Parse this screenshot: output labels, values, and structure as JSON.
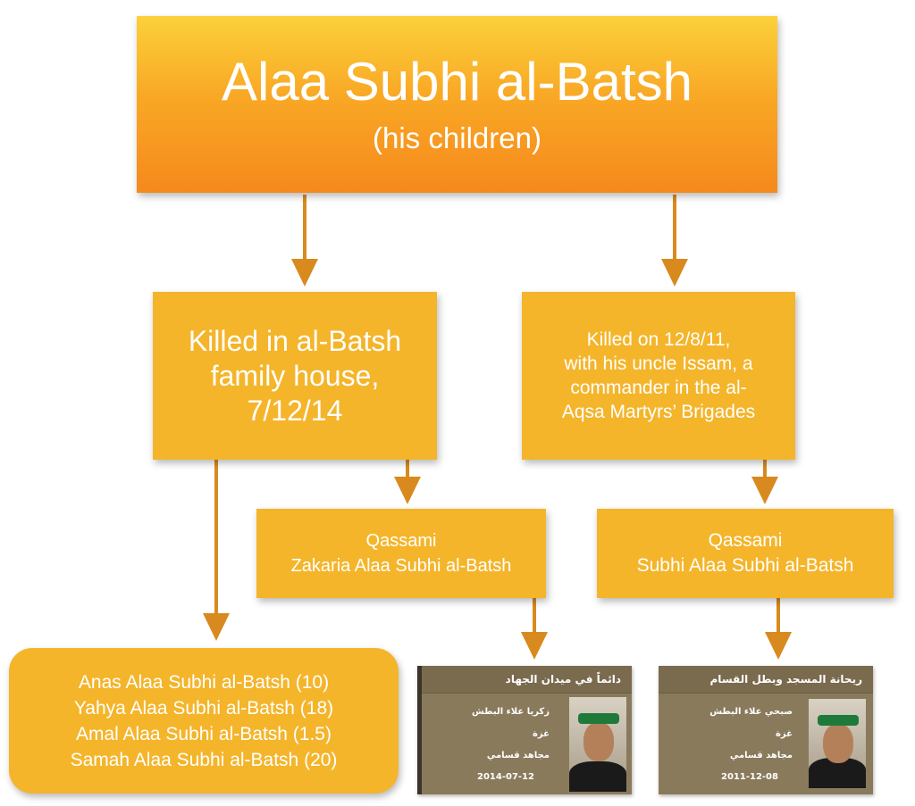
{
  "title": {
    "name": "Alaa Subhi al-Batsh",
    "subtitle": "(his children)"
  },
  "left_branch": {
    "lines": [
      "Killed in al-Batsh",
      "family house,",
      "7/12/14"
    ]
  },
  "right_branch": {
    "lines": [
      "Killed on 12/8/11,",
      "with his uncle Issam, a",
      "commander in the al-",
      "Aqsa Martyrs’ Brigades"
    ]
  },
  "zakaria": {
    "lines": [
      "Qassami",
      "Zakaria Alaa Subhi al-Batsh"
    ]
  },
  "subhi": {
    "lines": [
      "Qassami",
      "Subhi Alaa Subhi al-Batsh"
    ]
  },
  "children": {
    "lines": [
      "Anas Alaa Subhi al-Batsh (10)",
      "Yahya Alaa Subhi al-Batsh (18)",
      "Amal Alaa Subhi al-Batsh (1.5)",
      "Samah Alaa Subhi al-Batsh (20)"
    ]
  },
  "card_zakaria": {
    "header": "دائماً في ميدان الجهاد",
    "name": "زكريا علاء البطش",
    "city": "غزة",
    "role": "مجاهد قسامي",
    "date": "2014-07-12"
  },
  "card_subhi": {
    "header": "ريحانة المسجد وبطل القسام",
    "name": "صبحي علاء البطش",
    "city": "غزة",
    "role": "مجاهد قسامي",
    "date": "2011-12-08"
  },
  "colors": {
    "box": "#f4b52b",
    "title_top": "#fbd13a",
    "title_bottom": "#f6891c",
    "arrow": "#d98a1e",
    "card": "#8a7a5c"
  }
}
